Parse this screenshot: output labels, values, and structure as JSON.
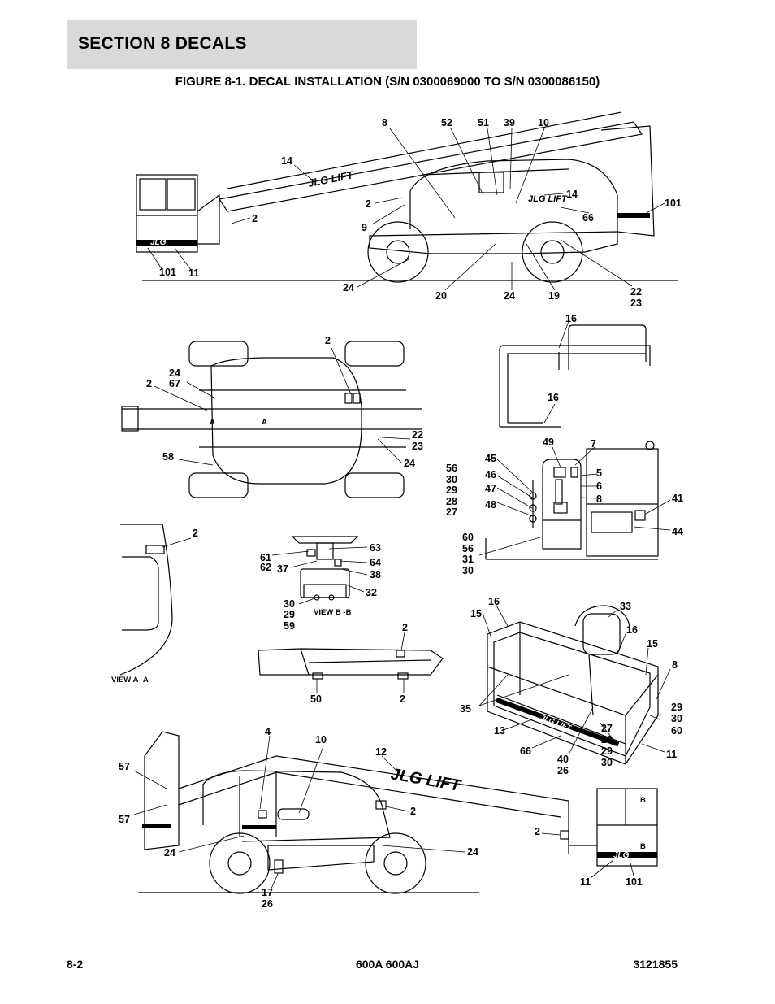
{
  "header": {
    "section": "SECTION 8   DECALS",
    "figure_title": "FIGURE 8-1. DECAL INSTALLATION (S/N 0300069000 TO S/N 0300086150)"
  },
  "callouts": {
    "side_view": [
      "8",
      "52",
      "51",
      "39",
      "10",
      "14",
      "2",
      "9",
      "2",
      "14",
      "66",
      "101",
      "101",
      "11",
      "24",
      "20",
      "24",
      "19",
      "22",
      "23"
    ],
    "top_view": [
      "2",
      "24",
      "67",
      "2",
      "22",
      "23",
      "24",
      "58"
    ],
    "guard_rail": [
      "16",
      "16"
    ],
    "ground_control": [
      "49",
      "7",
      "5",
      "6",
      "8",
      "45",
      "46",
      "47",
      "48",
      "56",
      "30",
      "29",
      "28",
      "27",
      "60",
      "56",
      "31",
      "30",
      "41",
      "44"
    ],
    "view_a": [
      "2"
    ],
    "view_b": [
      "63",
      "61",
      "62",
      "37",
      "64",
      "38",
      "32",
      "30",
      "29",
      "59"
    ],
    "jib": [
      "2",
      "50",
      "2"
    ],
    "platform": [
      "16",
      "33",
      "15",
      "16",
      "15",
      "8",
      "35",
      "13",
      "66",
      "27",
      "28",
      "29",
      "30",
      "40",
      "26",
      "29",
      "30",
      "60",
      "11"
    ],
    "rear_view": [
      "4",
      "10",
      "12",
      "57",
      "57",
      "2",
      "2",
      "24",
      "24",
      "17",
      "26",
      "11",
      "101"
    ]
  },
  "labels": {
    "view_a": "VIEW A -A",
    "view_b": "VIEW B -B",
    "section_a": "A",
    "section_b": "B",
    "brand": "JLG LIFT",
    "brand_short": "JLG"
  },
  "footer": {
    "page": "8-2",
    "models": "600A 600AJ",
    "doc_number": "3121855"
  }
}
